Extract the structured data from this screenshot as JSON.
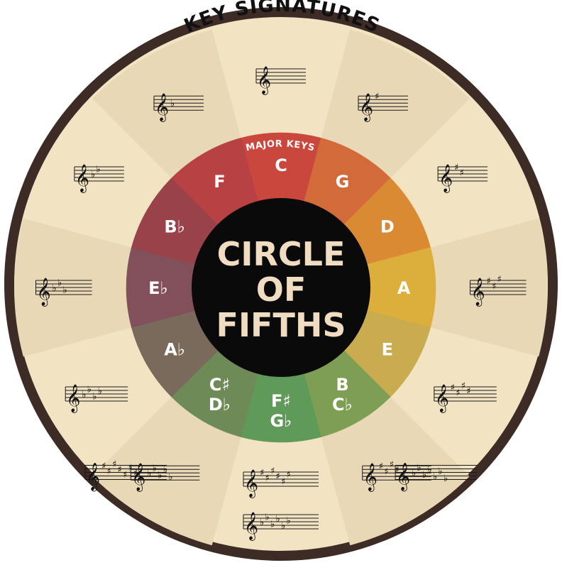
{
  "outer_title": "KEY SIGNATURES",
  "ring_title": "MAJOR KEYS",
  "center_lines": [
    "CIRCLE",
    "OF",
    "FIFTHS"
  ],
  "colors": {
    "outer_ring": "#3d2b25",
    "background": "#f2e3c3",
    "wedge_alt": "#e9d8b6",
    "center": "#0a0a0a",
    "center_text": "#f0dcc0"
  },
  "major_keys": [
    {
      "id": "c",
      "lines": [
        "C"
      ],
      "color": "#c9473d"
    },
    {
      "id": "g",
      "lines": [
        "G"
      ],
      "color": "#d36a3a"
    },
    {
      "id": "d",
      "lines": [
        "D"
      ],
      "color": "#d98a33"
    },
    {
      "id": "a",
      "lines": [
        "A"
      ],
      "color": "#dcae3b"
    },
    {
      "id": "e",
      "lines": [
        "E"
      ],
      "color": "#c9ab50"
    },
    {
      "id": "b",
      "lines": [
        "B",
        "C♭"
      ],
      "color": "#7e9e53"
    },
    {
      "id": "fs",
      "lines": [
        "F♯",
        "G♭"
      ],
      "color": "#5f9a59"
    },
    {
      "id": "cs",
      "lines": [
        "C♯",
        "D♭"
      ],
      "color": "#6e8a57"
    },
    {
      "id": "ab",
      "lines": [
        "A♭"
      ],
      "color": "#7a6a5c"
    },
    {
      "id": "eb",
      "lines": [
        "E♭"
      ],
      "color": "#82505a"
    },
    {
      "id": "bb",
      "lines": [
        "B♭"
      ],
      "color": "#9a424a"
    },
    {
      "id": "f",
      "lines": [
        "F"
      ],
      "color": "#b84143"
    }
  ],
  "key_signatures": [
    {
      "id": "c",
      "symbol": "",
      "count": 0
    },
    {
      "id": "g",
      "symbol": "♯",
      "count": 1
    },
    {
      "id": "d",
      "symbol": "♯",
      "count": 2
    },
    {
      "id": "a",
      "symbol": "♯",
      "count": 3
    },
    {
      "id": "e",
      "symbol": "♯",
      "count": 4
    },
    {
      "id": "b",
      "symbol": "♯",
      "count": 5
    },
    {
      "id": "cb",
      "symbol": "♭",
      "count": 7
    },
    {
      "id": "fs",
      "symbol": "♯",
      "count": 6
    },
    {
      "id": "gb",
      "symbol": "♭",
      "count": 6
    },
    {
      "id": "db",
      "symbol": "♭",
      "count": 5
    },
    {
      "id": "cs",
      "symbol": "♯",
      "count": 7
    },
    {
      "id": "ab",
      "symbol": "♭",
      "count": 4
    },
    {
      "id": "eb",
      "symbol": "♭",
      "count": 3
    },
    {
      "id": "bb",
      "symbol": "♭",
      "count": 2
    },
    {
      "id": "f",
      "symbol": "♭",
      "count": 1
    }
  ],
  "clef_glyph": "𝄞"
}
